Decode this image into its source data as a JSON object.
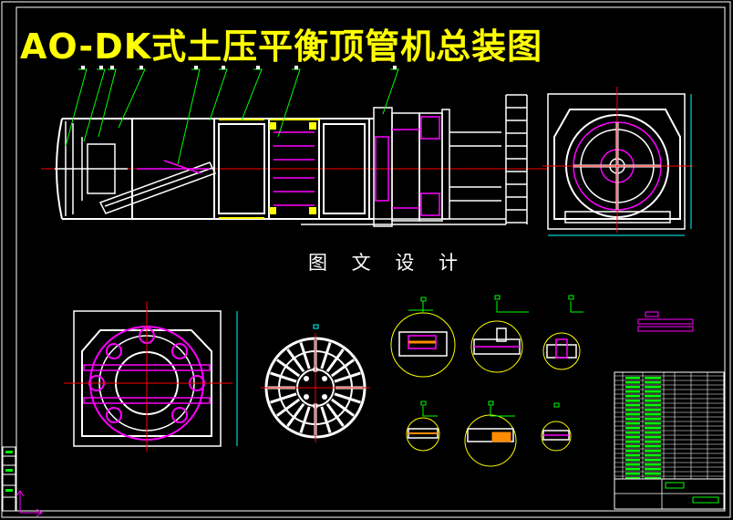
{
  "drawing": {
    "title": "AO-DK式土压平衡顶管机总装图",
    "subtitle": "图 文 设 计"
  },
  "colors": {
    "background": "#000000",
    "frame": "#ffffff",
    "outline": "#ffffff",
    "accent": "#ff00ff",
    "centerline": "#ff0000",
    "dimension": "#00ffff",
    "leader": "#00ff00",
    "highlight": "#ffff00",
    "section": "#ff8c00"
  },
  "views": [
    {
      "name": "main-elevation-view"
    },
    {
      "name": "front-end-view"
    },
    {
      "name": "cross-section-view"
    },
    {
      "name": "cutterhead-view"
    },
    {
      "name": "detail-views"
    },
    {
      "name": "title-block"
    }
  ],
  "icons": {
    "ucs": "ucs-axis-icon"
  }
}
